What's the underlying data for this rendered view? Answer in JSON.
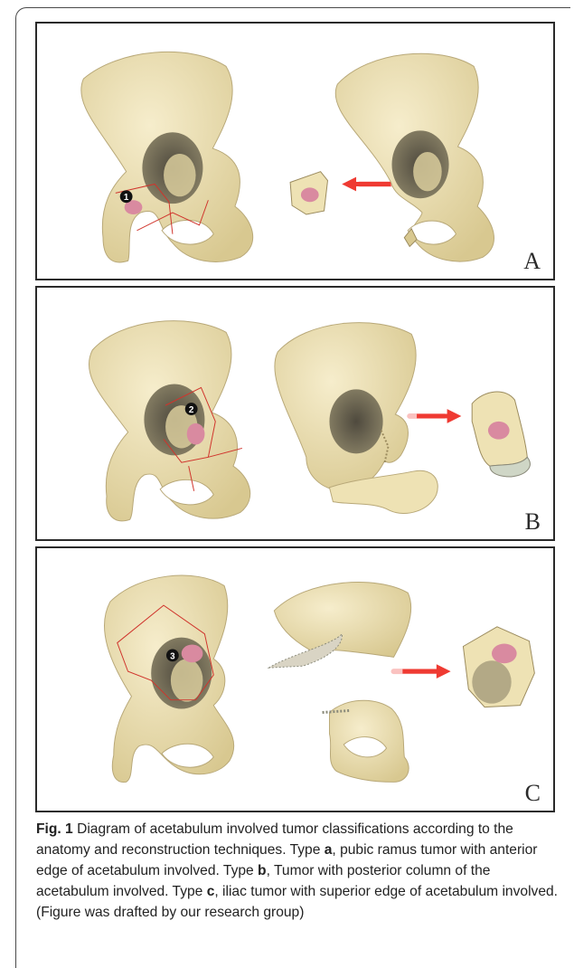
{
  "panels": [
    {
      "letter": "A",
      "marker": "1"
    },
    {
      "letter": "B",
      "marker": "2"
    },
    {
      "letter": "C",
      "marker": "3"
    }
  ],
  "caption": {
    "label": "Fig. 1",
    "part1": " Diagram of acetabulum involved tumor classifications according to the anatomy and reconstruction techniques. Type ",
    "type_a": "a",
    "part2": ", pubic ramus tumor with anterior edge of acetabulum involved. Type ",
    "type_b": "b",
    "part3": ", Tumor with posterior column of the acetabulum involved. Type ",
    "type_c": "c",
    "part4": ", iliac tumor with superior edge of acetabulum involved. (Figure was drafted by our research group)"
  },
  "colors": {
    "bone": "#eee2b4",
    "bone_edge": "#b8a878",
    "acetabulum": "#6f6a58",
    "tumor": "#d98aa0",
    "cut_line": "#d0342c",
    "arrow": "#ef3a32"
  }
}
